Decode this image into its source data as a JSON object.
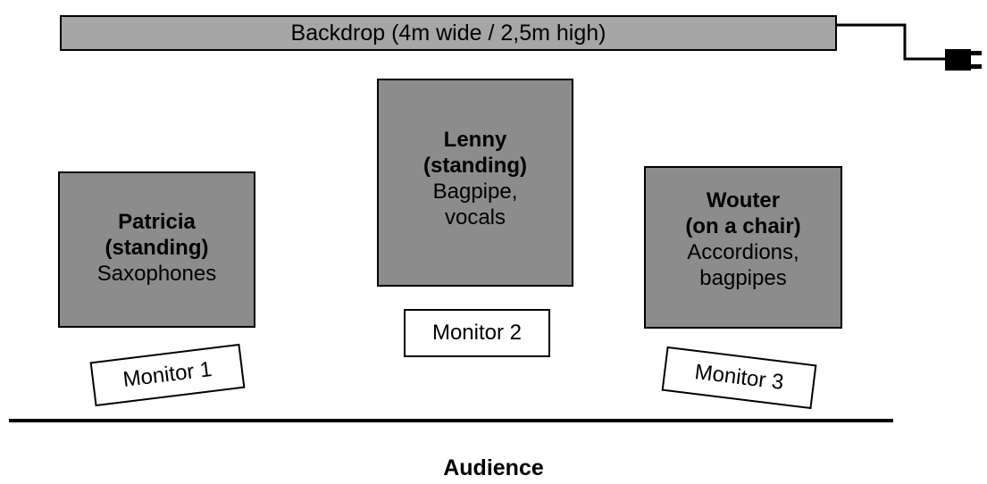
{
  "backdrop": {
    "label": "Backdrop (4m wide / 2,5m high)"
  },
  "musicians": {
    "patricia": {
      "name": "Patricia",
      "pose": "(standing)",
      "instruments": "Saxophones"
    },
    "lenny": {
      "name": "Lenny",
      "pose": "(standing)",
      "instruments": "Bagpipe,\nvocals"
    },
    "wouter": {
      "name": "Wouter",
      "pose": "(on a chair)",
      "instruments": "Accordions,\nbagpipes"
    }
  },
  "monitors": {
    "m1": "Monitor 1",
    "m2": "Monitor 2",
    "m3": "Monitor 3"
  },
  "audience": {
    "label": "Audience"
  },
  "colors": {
    "backdrop_fill": "#a6a6a6",
    "musician_fill": "#8c8c8c",
    "outline": "#000000",
    "background": "#ffffff"
  },
  "icons": {
    "power_plug": "power-plug-icon"
  }
}
